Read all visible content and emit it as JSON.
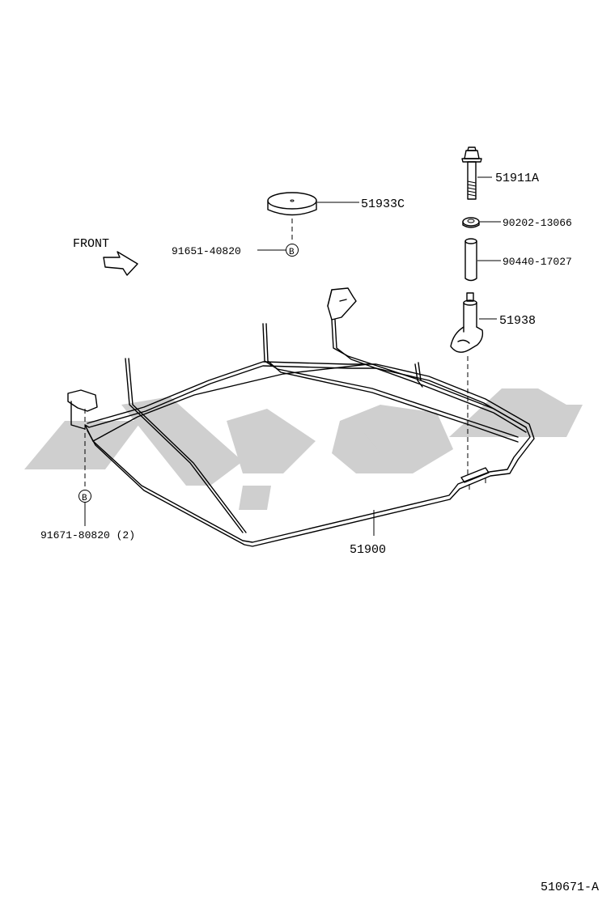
{
  "diagram": {
    "front_label": "FRONT",
    "figure_code": "510671-A",
    "circle_marker": "B",
    "parts": [
      {
        "number": "51911A"
      },
      {
        "number": "51933C"
      },
      {
        "number": "90202-13066"
      },
      {
        "number": "90440-17027"
      },
      {
        "number": "91651-40820"
      },
      {
        "number": "51938"
      },
      {
        "number": "91671-80820 (2)"
      },
      {
        "number": "51900"
      }
    ]
  }
}
